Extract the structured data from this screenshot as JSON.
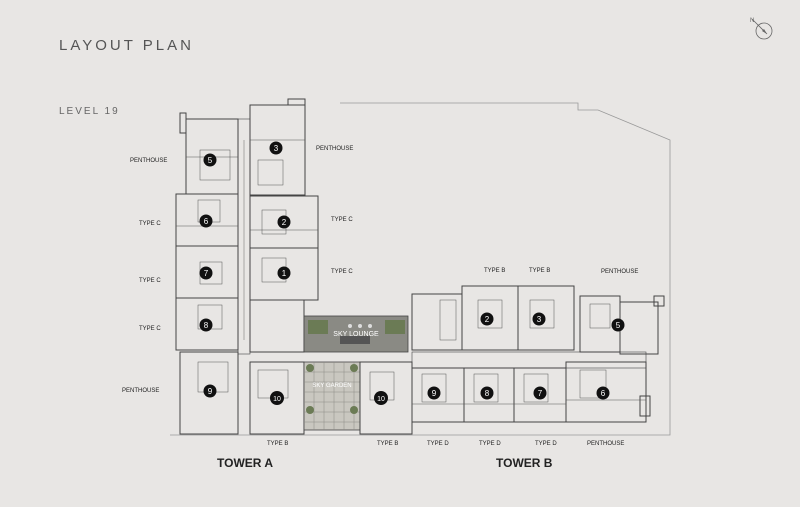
{
  "header": {
    "title": "LAYOUT PLAN",
    "level": "LEVEL 19"
  },
  "compass": {
    "icon": "north-arrow-icon",
    "letter": "N"
  },
  "towers": {
    "a": "TOWER A",
    "b": "TOWER B"
  },
  "amenities": {
    "sky_lounge": "SKY LOUNGE",
    "sky_garden": "SKY GARDEN"
  },
  "labels": {
    "penthouse_a_top_left": "PENTHOUSE",
    "penthouse_a_top_right": "PENTHOUSE",
    "type_c_a_6": "TYPE C",
    "type_c_a_7": "TYPE C",
    "type_c_a_8": "TYPE C",
    "type_c_a_2": "TYPE C",
    "type_c_a_1": "TYPE C",
    "penthouse_a_bottom": "PENTHOUSE",
    "type_b_a_10": "TYPE B",
    "type_b_b_10": "TYPE B",
    "type_b_b_2": "TYPE B",
    "type_b_b_3": "TYPE B",
    "penthouse_b_right": "PENTHOUSE",
    "type_d_b_9": "TYPE D",
    "type_d_b_8": "TYPE D",
    "type_d_b_7": "TYPE D",
    "penthouse_b_bottom": "PENTHOUSE"
  },
  "units": {
    "a1": "1",
    "a2": "2",
    "a3": "3",
    "a5": "5",
    "a6": "6",
    "a7": "7",
    "a8": "8",
    "a9": "9",
    "a10": "10",
    "b2": "2",
    "b3": "3",
    "b5": "5",
    "b6": "6",
    "b7": "7",
    "b8": "8",
    "b9": "9",
    "b10": "10"
  },
  "colors": {
    "background": "#e8e6e4",
    "wall": "#444444",
    "marker": "#111111",
    "garden": "#6b7b55",
    "lounge": "#8a8a84"
  }
}
